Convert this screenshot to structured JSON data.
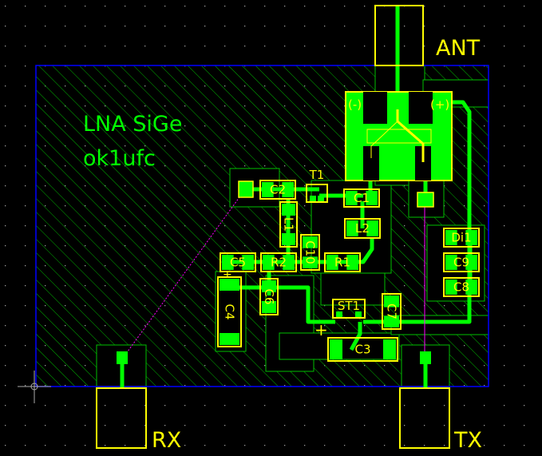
{
  "title_lines": [
    "LNA SiGe",
    "ok1ufc"
  ],
  "connectors": {
    "ant": "ANT",
    "rx": "RX",
    "tx": "TX"
  },
  "components": [
    "C2",
    "T1",
    "C1",
    "L1",
    "L2",
    "C10",
    "C5",
    "R2",
    "R1",
    "C6",
    "C4",
    "ST1",
    "C7",
    "C3",
    "Di1",
    "C9",
    "C8"
  ],
  "polarity_marks": {
    "minus": "(-)",
    "plus": "(+)",
    "c3_plus": "+",
    "c4_plus": "+"
  },
  "colors": {
    "background": "#000000",
    "board_outline": "#0000ff",
    "copper": "#00ff00",
    "silkscreen": "#ffff00",
    "airwire": "#ff00ff",
    "grid": "#808080"
  }
}
